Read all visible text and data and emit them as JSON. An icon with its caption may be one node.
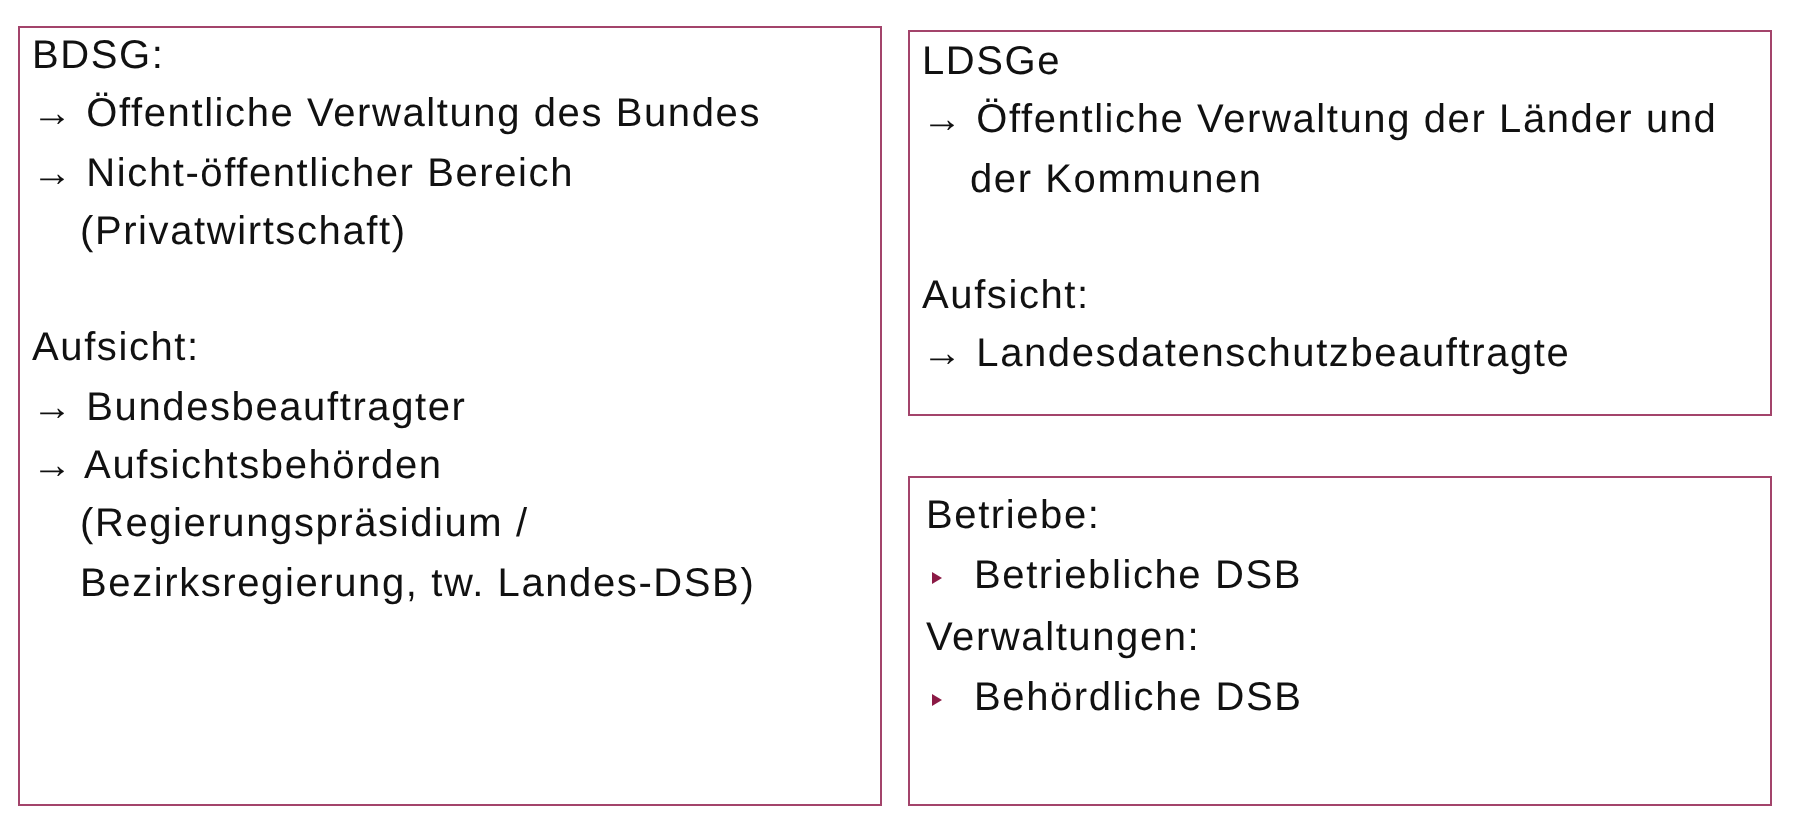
{
  "diagram": {
    "nodes": [
      {
        "text": [
          "BDSG:",
          "→ Öffentliche Verwaltung des Bundes",
          "→ Nicht-öffentlicher Bereich (Privatwirtschaft)",
          "Aufsicht:",
          "→ Bundesbeauftragter",
          "→ Aufsichtsbehörden (Regierungspräsidium / Bezirksregierung, tw. Landes-DSB)"
        ]
      },
      {
        "text": [
          "LDSGe",
          "→ Öffentliche Verwaltung der Länder und der Kommunen",
          "Aufsicht:",
          "→ Landesdatenschutzbeauftragte"
        ]
      },
      {
        "text": [
          "Betriebe:",
          "Betriebliche DSB",
          "Verwaltungen:",
          "Behördliche DSB"
        ]
      }
    ]
  }
}
